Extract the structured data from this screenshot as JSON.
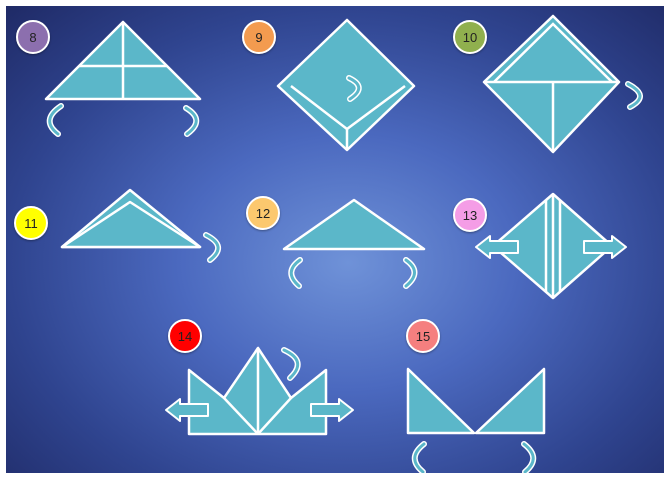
{
  "steps": [
    {
      "label": "8",
      "color": "#8c6fae"
    },
    {
      "label": "9",
      "color": "#f39b4f"
    },
    {
      "label": "10",
      "color": "#90b04e"
    },
    {
      "label": "11",
      "color": "#ffff00"
    },
    {
      "label": "12",
      "color": "#fcc86e"
    },
    {
      "label": "13",
      "color": "#f49de6"
    },
    {
      "label": "14",
      "color": "#ff0000"
    },
    {
      "label": "15",
      "color": "#f57f7f"
    }
  ]
}
